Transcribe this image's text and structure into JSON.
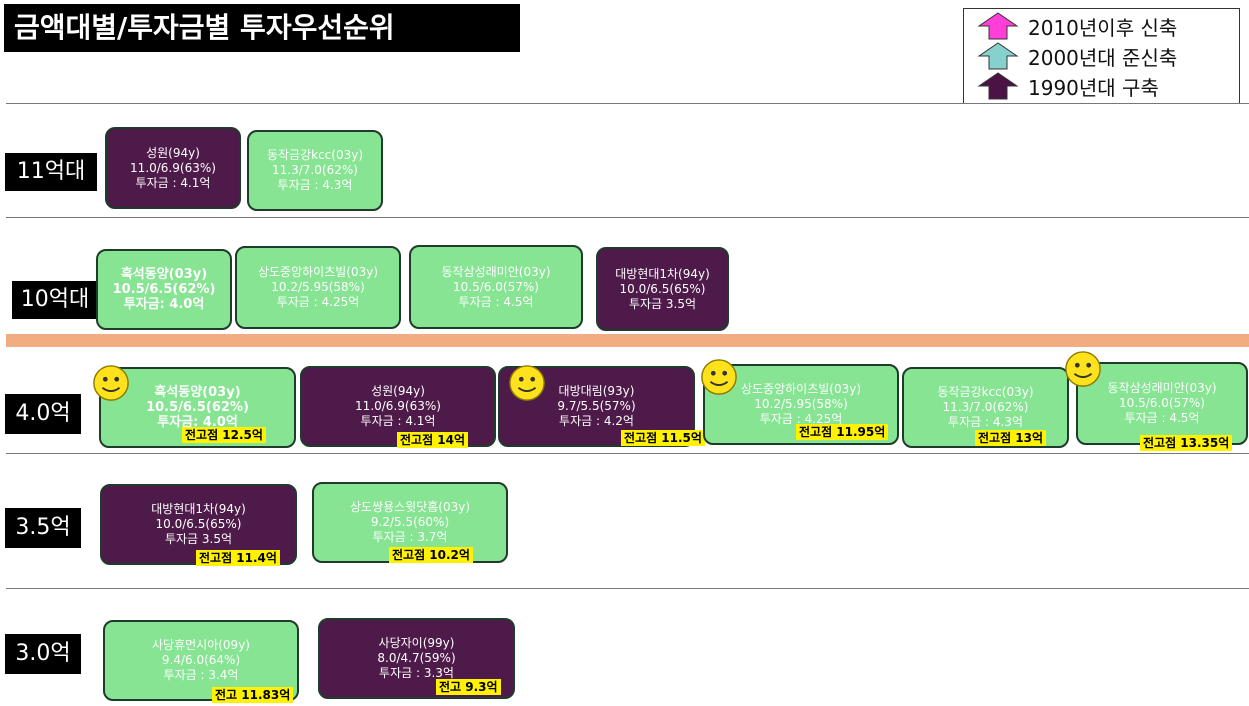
{
  "title": "금액대별/투자금별 투자우선순위",
  "legend": [
    {
      "label": "2010년이후 신축",
      "color": "#ff3fd8"
    },
    {
      "label": "2000년대 준신축",
      "color": "#86d0ce"
    },
    {
      "label": "1990년대 구축",
      "color": "#4a1344"
    }
  ],
  "colors": {
    "old": "#4e1a4a",
    "semi": "#86e493",
    "band": "#f2ac82",
    "highlight": "#fff200"
  },
  "tiers": {
    "t11": "11억대",
    "t10": "10억대",
    "t40": "4.0억",
    "t35": "3.5억",
    "t30": "3.0억"
  },
  "row11": [
    {
      "name": "성원(94y)",
      "stat": "11.0/6.9(63%)",
      "invest": "투자금 : 4.1억"
    },
    {
      "name": "동작금강kcc(03y)",
      "stat": "11.3/7.0(62%)",
      "invest": "투자금 : 4.3억"
    }
  ],
  "row10": [
    {
      "name": "흑석동양(03y)",
      "stat": "10.5/6.5(62%)",
      "invest": "투자금: 4.0억"
    },
    {
      "name": "상도중앙하이츠빌(03y)",
      "stat": "10.2/5.95(58%)",
      "invest": "투자금 : 4.25억"
    },
    {
      "name": "동작삼성래미안(03y)",
      "stat": "10.5/6.0(57%)",
      "invest": "투자금 : 4.5억"
    },
    {
      "name": "대방현대1차(94y)",
      "stat": "10.0/6.5(65%)",
      "invest": "투자금 3.5억"
    }
  ],
  "row40": [
    {
      "name": "흑석동양(03y)",
      "stat": "10.5/6.5(62%)",
      "invest": "투자금: 4.0억",
      "peak": "전고점 12.5억"
    },
    {
      "name": "성원(94y)",
      "stat": "11.0/6.9(63%)",
      "invest": "투자금 : 4.1억",
      "peak": "전고점 14억"
    },
    {
      "name": "대방대림(93y)",
      "stat": "9.7/5.5(57%)",
      "invest": "투자금 : 4.2억",
      "peak": "전고점 11.5억"
    },
    {
      "name": "상도중앙하이츠빌(03y)",
      "stat": "10.2/5.95(58%)",
      "invest": "투자금 : 4.25억",
      "peak": "전고점 11.95억"
    },
    {
      "name": "동작금강kcc(03y)",
      "stat": "11.3/7.0(62%)",
      "invest": "투자금 : 4.3억",
      "peak": "전고점 13억"
    },
    {
      "name": "동작삼성래미안(03y)",
      "stat": "10.5/6.0(57%)",
      "invest": "투자금 : 4.5억",
      "peak": "전고점 13.35억"
    }
  ],
  "row35": [
    {
      "name": "대방현대1차(94y)",
      "stat": "10.0/6.5(65%)",
      "invest": "투자금 3.5억",
      "peak": "전고점 11.4억"
    },
    {
      "name": "상도쌍용스윗닷홈(03y)",
      "stat": "9.2/5.5(60%)",
      "invest": "투자금 : 3.7억",
      "peak": "전고점 10.2억"
    }
  ],
  "row30": [
    {
      "name": "사당휴먼시아(09y)",
      "stat": "9.4/6.0(64%)",
      "invest": "투자금 : 3.4억",
      "peak": "전고 11.83억"
    },
    {
      "name": "사당자이(99y)",
      "stat": "8.0/4.7(59%)",
      "invest": "투자금 : 3.3억",
      "peak": "전고 9.3억"
    }
  ]
}
